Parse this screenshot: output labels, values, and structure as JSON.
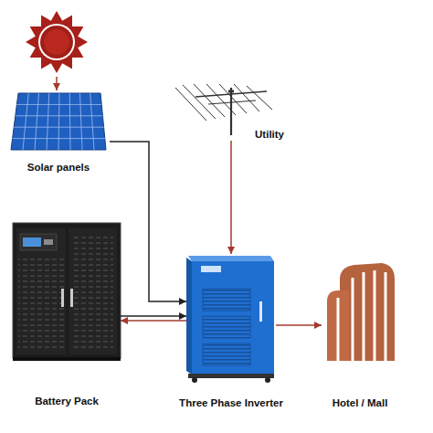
{
  "diagram": {
    "nodes": [
      {
        "text": [
          "Solar panels"
        ]
      },
      {
        "text": [
          "Utility"
        ]
      },
      {
        "text": [
          "Battery Pack"
        ]
      },
      {
        "text": [
          "Three Phase Inverter"
        ]
      },
      {
        "text": [
          "Hotel / Mall"
        ]
      }
    ],
    "edges": [
      {
        "from": 0,
        "to": 3,
        "arrow": "to"
      },
      {
        "from": 1,
        "to": 3,
        "arrow": "to"
      },
      {
        "from": 2,
        "to": 3,
        "arrow": "to"
      },
      {
        "from": 3,
        "to": 2,
        "arrow": "to"
      },
      {
        "from": 3,
        "to": 4,
        "arrow": "to"
      }
    ]
  }
}
